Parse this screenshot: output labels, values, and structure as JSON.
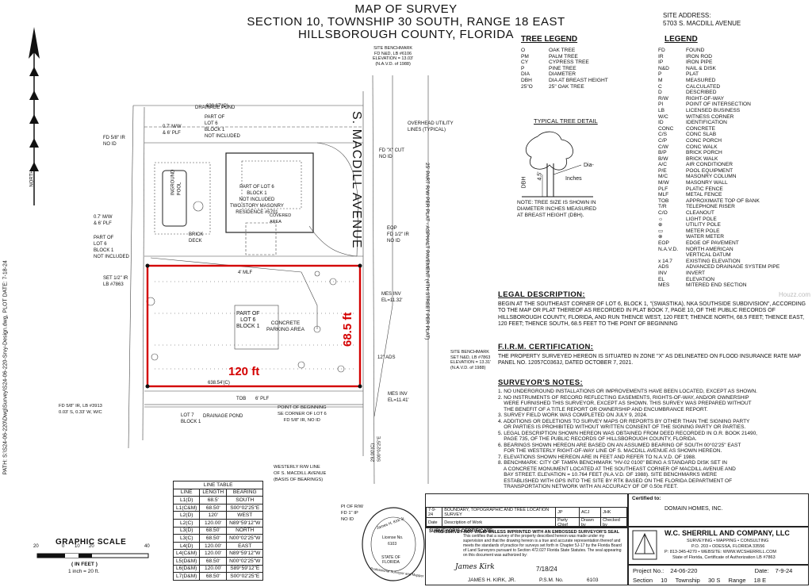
{
  "title": {
    "line1": "MAP OF SURVEY",
    "line2": "SECTION 10, TOWNSHIP 30 SOUTH, RANGE 18 EAST",
    "line3": "HILLSBOROUGH COUNTY, FLORIDA"
  },
  "site_address": {
    "label": "SITE ADDRESS:",
    "value": "5703 S. MACDILL AVENUE"
  },
  "side_path": "PATH: S:\\S24-06-220\\Dwg\\Survey\\S24-06-220-Srvy-Design.dwg, PLOT DATE: 7-18-24",
  "north_label": "NORTH",
  "tree_legend": {
    "title": "TREE LEGEND",
    "items": [
      {
        "code": "O",
        "desc": "OAK TREE"
      },
      {
        "code": "PM",
        "desc": "PALM TREE"
      },
      {
        "code": "CY",
        "desc": "CYPRESS TREE"
      },
      {
        "code": "P",
        "desc": "PINE TREE"
      },
      {
        "code": "DIA",
        "desc": "DIAMETER"
      },
      {
        "code": "DBH",
        "desc": "DIA AT BREAST HEIGHT"
      },
      {
        "code": "25\"O",
        "desc": "25\" OAK TREE"
      }
    ]
  },
  "tree_detail": {
    "title": "TYPICAL TREE DETAIL",
    "dia": "Dia-",
    "inches": "Inches",
    "dbh": "DBH",
    "height": "4.5'",
    "note": "NOTE: TREE SIZE IS SHOWN IN\nDIAMETER INCHES MEASURED\nAT BREAST HEIGHT (DBH)."
  },
  "legend": {
    "title": "LEGEND",
    "items": [
      {
        "code": "FD",
        "desc": "FOUND"
      },
      {
        "code": "IR",
        "desc": "IRON ROD"
      },
      {
        "code": "IP",
        "desc": "IRON PIPE"
      },
      {
        "code": "N&D",
        "desc": "NAIL & DISK"
      },
      {
        "code": "P",
        "desc": "PLAT"
      },
      {
        "code": "M",
        "desc": "MEASURED"
      },
      {
        "code": "C",
        "desc": "CALCULATED"
      },
      {
        "code": "D",
        "desc": "DESCRIBED"
      },
      {
        "code": "R/W",
        "desc": "RIGHT-OF-WAY"
      },
      {
        "code": "PI",
        "desc": "POINT OF INTERSECTION"
      },
      {
        "code": "LB",
        "desc": "LICENSED BUSINESS"
      },
      {
        "code": "W/C",
        "desc": "WITNESS CORNER"
      },
      {
        "code": "ID",
        "desc": "IDENTIFICATION"
      },
      {
        "code": "CONC",
        "desc": "CONCRETE"
      },
      {
        "code": "C/S",
        "desc": "CONC SLAB"
      },
      {
        "code": "C/P",
        "desc": "CONC PORCH"
      },
      {
        "code": "C/W",
        "desc": "CONC WALK"
      },
      {
        "code": "B/P",
        "desc": "BRICK PORCH"
      },
      {
        "code": "B/W",
        "desc": "BRICK WALK"
      },
      {
        "code": "A/C",
        "desc": "AIR CONDITIONER"
      },
      {
        "code": "P/E",
        "desc": "POOL EQUIPMENT"
      },
      {
        "code": "M/C",
        "desc": "MASONRY COLUMN"
      },
      {
        "code": "M/W",
        "desc": "MASONRY WALL"
      },
      {
        "code": "PLF",
        "desc": "PLATIC FENCE"
      },
      {
        "code": "MLF",
        "desc": "METAL FENCE"
      },
      {
        "code": "TOB",
        "desc": "APPROXIMATE TOP OF BANK"
      },
      {
        "code": "T/R",
        "desc": "TELEPHONE RISER"
      },
      {
        "code": "C/O",
        "desc": "CLEANOUT"
      },
      {
        "code": "☼",
        "desc": "LIGHT POLE"
      },
      {
        "code": "⊕",
        "desc": "UTILITY POLE"
      },
      {
        "code": "▭",
        "desc": "METER POLE"
      },
      {
        "code": "⊗",
        "desc": "WATER METER"
      },
      {
        "code": "EOP",
        "desc": "EDGE OF PAVEMENT"
      },
      {
        "code": "N.A.V.D.",
        "desc": "NORTH AMERICAN"
      },
      {
        "code": "",
        "desc": "VERTICAL DATUM"
      },
      {
        "code": "x 14.7",
        "desc": "EXISTING ELEVATION"
      },
      {
        "code": "ADS",
        "desc": "ADVANCED DRAINAGE SYSTEM PIPE"
      },
      {
        "code": "INV",
        "desc": "INVERT"
      },
      {
        "code": "EL",
        "desc": "ELEVATION"
      },
      {
        "code": "MES",
        "desc": "MITERED END SECTION"
      }
    ]
  },
  "legal_description": {
    "title": "LEGAL DESCRIPTION:",
    "text": "BEGIN AT THE SOUTHEAST CORNER OF LOT 6, BLOCK 1, \"(SWASTIKA), NKA SOUTHSIDE SUBDIVISION\", ACCORDING TO THE MAP OR PLAT THEREOF AS RECORDED IN PLAT BOOK 7, PAGE 10, OF THE PUBLIC RECORDS OF HILLSBOROUGH COUNTY, FLORIDA, AND RUN THENCE WEST, 120 FEET; THENCE NORTH, 68.5 FEET; THENCE EAST, 120 FEET; THENCE SOUTH, 68.5 FEET TO THE POINT OF BEGINNING"
  },
  "firm": {
    "title": "F.I.R.M. CERTIFICATION:",
    "text": "THE PROPERTY SURVEYED HEREON IS SITUATED IN ZONE \"X\" AS DELINEATED ON FLOOD INSURANCE RATE MAP PANEL NO. 12057C0363J, DATED OCTOBER 7, 2021."
  },
  "surveyor_notes": {
    "title": "SURVEYOR'S NOTES:",
    "items": [
      "1. NO UNDERGROUND INSTALLATIONS OR IMPROVEMENTS HAVE BEEN LOCATED, EXCEPT AS SHOWN.",
      "2. NO INSTRUMENTS OF RECORD REFLECTING EASEMENTS, RIGHTS-OF-WAY, AND/OR OWNERSHIP\n    WERE FURNISHED THIS SURVEYOR, EXCEPT AS SHOWN. THIS SURVEY WAS PREPARED WITHOUT\n    THE BENEFIT OF A TITLE REPORT OR OWNERSHIP AND ENCUMBRANCE REPORT.",
      "3. SURVEY FIELD WORK WAS COMPLETED ON JULY 9, 2024.",
      "4. ADDITIONS OR DELETIONS TO SURVEY MAPS OR REPORTS BY OTHER THAN THE SIGNING PARTY\n    OR PARTIES IS PROHIBITED WITHOUT WRITTEN CONSENT OF THE SIGNING PARTY OR PARTIES.",
      "5. LEGAL DESCRIPTION SHOWN HEREON WAS OBTAINED FROM DEED RECORDED IN O.R. BOOK 21490,\n    PAGE 735, OF THE PUBLIC RECORDS OF HILLSBOROUGH COUNTY, FLORIDA.",
      "6. BEARINGS SHOWN HEREON ARE BASED ON AN ASSUMED BEARING OF SOUTH 00°02'25\" EAST\n    FOR THE WESTERLY RIGHT-OF-WAY LINE OF S. MACDILL AVENUE AS SHOWN HEREON.",
      "7. ELEVATIONS SHOWN HEREON ARE IN FEET AND REFER TO N.A.V.D. OF 1988.",
      "8. BENCHMARK: CITY OF TAMPA BENCHMARK \"HV-02 0100\" BEING A STANDARD DISK SET IN\n    A CONCRETE MONUMENT LOCATED AT THE SOUTHEAST CORNER OF MACDILL AVENUE AND\n    BAY STREET. ELEVATION = 10.764 FEET (N.A.V.D. OF 1988). SITE BENCHMARKS WERE\n    ESTABLISHED WITH GPS INTO THE SITE BY RTK BASED ON THE FLORIDA DEPARTMENT OF\n    TRANSPORTATION NETWORK WITH AN ACCURACY OF OF 0.50± FEET."
    ]
  },
  "line_table": {
    "title": "LINE TABLE",
    "headers": [
      "LINE",
      "LENGTH",
      "BEARING"
    ],
    "rows": [
      [
        "L1(D)",
        "68.5'",
        "SOUTH"
      ],
      [
        "L1(C&M)",
        "68.50'",
        "S00°02'25\"E"
      ],
      [
        "L2(D)",
        "120'",
        "WEST"
      ],
      [
        "L2(C)",
        "120.00'",
        "N89°59'12\"W"
      ],
      [
        "L3(D)",
        "68.50'",
        "NORTH"
      ],
      [
        "L3(C)",
        "68.50'",
        "N00°02'25\"W"
      ],
      [
        "L4(D)",
        "120.00'",
        "EAST"
      ],
      [
        "L4(C&M)",
        "120.00'",
        "N89°59'12\"W"
      ],
      [
        "L5(D&M)",
        "68.50'",
        "N00°02'25\"W"
      ],
      [
        "L6(D&M)",
        "120.00'",
        "S89°59'12\"E"
      ],
      [
        "L7(D&M)",
        "68.50'",
        "S00°02'25\"E"
      ]
    ]
  },
  "graphic_scale": {
    "title": "GRAPHIC SCALE",
    "ticks": [
      "20",
      "0",
      "10",
      "20",
      "40"
    ],
    "unit": "( IN FEET )",
    "ratio": "1 inch = 20  ft."
  },
  "revision": {
    "row": [
      "7-9-24",
      "BOUNDARY, TOPOGRAPHIC AND TREE LOCATION SURVEY",
      "JP",
      "ACJ",
      "JHK"
    ],
    "headers": [
      "Date",
      "Description of Work",
      "Party Chief",
      "Drawn by",
      "Checked by"
    ],
    "invalid": "THIS SURVEY NOT VALID UNLESS IMPRINTED WITH AN EMBOSSED SURVEYOR'S SEAL"
  },
  "certified_to": {
    "label": "Certified to:",
    "value": "DOMAIN HOMES, INC."
  },
  "company": {
    "name": "W.C. SHERRILL AND COMPANY, LLC",
    "tag": "SURVEYING • MAPPING • CONSULTING",
    "addr": "P.O. 203 • ODESSA, FLORIDA 33556",
    "phone": "P: 813-345-4270 • WEBSITE: WWW.WCSHERRILL.COM",
    "state": "State of Florida, Certificate of Authorization LB #7863"
  },
  "certificate": {
    "title": "SURVEYOR'S CERTIFICATE:",
    "text": "This certifies that a survey of the property described hereon was made under my supervision and that the drawing hereon is a true and accurate representation thereof and meets the standards of practice for surveys set forth in Chapter 5J-17 by the Florida Board of Land Surveyors pursuant to Section 472.027 Florida State Statutes. The seal appearing on this document was authorized by:",
    "signature": "James Kirk",
    "date": "7/18/24",
    "name": "JAMES H. KIRK, JR.",
    "psm_label": "P.S.M. No.",
    "psm_no": "6103"
  },
  "seal": {
    "top": "James H. Kirk Jr.",
    "mid": "License No.",
    "num": "6103",
    "state": "STATE OF FLORIDA",
    "bottom": "Professional Surveyor and Mapper"
  },
  "project": {
    "project_label": "Project No.:",
    "project_no": "24-06-220",
    "date_label": "Date:",
    "date": "7-9-24",
    "section_label": "Section",
    "section": "10",
    "township_label": "Township",
    "township": "30 S",
    "range_label": "Range",
    "range": "18 E"
  },
  "map": {
    "road": "S. MACDILL AVENUE",
    "road_sub": "25' PART R/W PER PLAT - ASPHALT PAVEMENT (4TH STREET PER PLAT)",
    "dim_width": "120 ft",
    "dim_height": "68.5 ft",
    "lot_label": "PART OF\nLOT 6\nBLOCK 1",
    "parking": "CONCRETE\nPARKING AREA",
    "residence": "PART OF LOT 6\nBLOCK 1\nNOT INCLUDED\nTWO STORY MASONRY\nRESIDENCE #5701",
    "pool": "INGROUND\nPOOL",
    "brick": "BRICK\nDECK",
    "lot7": "LOT 7\nBLOCK 1",
    "pob": "POINT OF BEGINNING\nSE CORNER OF LOT 6\nFD 5/8\" IR, NO ID",
    "benchmark_top": "SITE BENCHMARK\nFD N&D, LB #6106\nELEVATION = 13.03'\n(N.A.V.D. of 1988)",
    "benchmark_side": "SITE BENCHMARK\nSET N&D, LB #7863\nELEVATION = 13.31'\n(N.A.V.D. of 1988)",
    "overhead": "OVERHEAD UTILITY\nLINES (TYPICAL)",
    "westerly": "WESTERLY R/W LINE\nOF S. MACDILL AVENUE\n(BASIS OF BEARINGS)",
    "pi": "PI OF R/W\nFD 1\" IP\nNO ID",
    "drainage_top": "DRAINAGE POND",
    "drainage_bottom": "DRAINAGE POND",
    "top_dim": "638.67'(C)",
    "bottom_dim": "638.54'(C)",
    "part_lot6_top": "PART OF\nLOT 6\nBLOCK 1\nNOT INCLUDED",
    "part_lot6_left": "PART OF\nLOT 6\nBLOCK 1\nNOT INCLUDED",
    "fd_top_left": "FD 5/8\" IR\nNO ID",
    "fd_bottom_left": "FD 5/8\" IR, LB #3913\n0.03' S, 0.33' W, W/C",
    "fd_right": "FD 1/2\" IR\nNO ID",
    "x_cut": "FD \"X\" CUT\nNO ID",
    "set_ir": "SET 1/2\" IR\nLB #7863",
    "mes": "MES INV\nEL=11.32'",
    "mes2": "MES INV\nEL=11.41'",
    "eop": "EOP",
    "ads": "12\" ADS",
    "wall": "0.7' M/W\n& 6' PLF",
    "wall2": "0.7' M/W\n& 6' PLF",
    "mlf": "4' MLF",
    "mlf2": "6' PLF",
    "row_right": "29.00'(C)\nS00°02'25\"E",
    "covered": "COVERED\nAREA",
    "tob": "TOB"
  },
  "watermark": "Houzz.com"
}
